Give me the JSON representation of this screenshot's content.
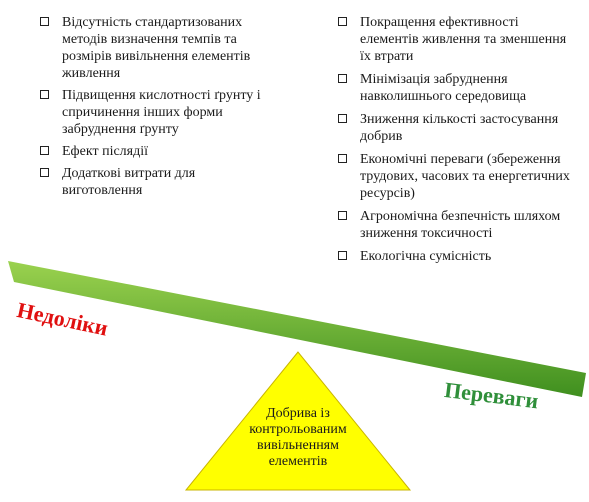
{
  "colors": {
    "beam_light": "#9bd24f",
    "beam_dark": "#3f8f1f",
    "fulcrum_fill": "#ffff00",
    "fulcrum_stroke": "#c8b400",
    "disadvantages_color": "#e01010",
    "advantages_color": "#2f8f3a"
  },
  "disadvantages": {
    "label": "Недоліки",
    "items": [
      "Відсутність стандартизованих методів визначення темпів та розмірів вивільнення елементів живлення",
      "Підвищення кислотності ґрунту і спричинення інших форми забруднення ґрунту",
      "Ефект післядії",
      "Додаткові витрати для виготовлення"
    ]
  },
  "advantages": {
    "label": "Переваги",
    "items": [
      "Покращення ефективності елементів живлення та зменшення їх втрати",
      "Мінімізація забруднення навколишнього середовища",
      "Зниження кількості застосування добрив",
      "Економічні переваги (збереження трудових, часових та енергетичних ресурсів)",
      "Агрономічна безпечність шляхом зниження токсичності",
      "Екологічна сумісність"
    ]
  },
  "fulcrum": {
    "label": "Добрива із контрольованим вивільненням елементів"
  }
}
